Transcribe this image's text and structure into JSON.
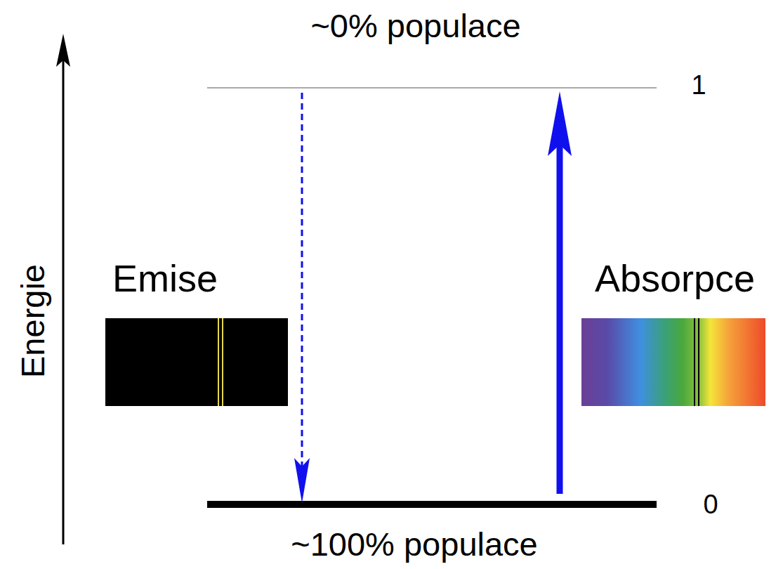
{
  "diagram": {
    "labels": [
      "~0% populace",
      "1",
      "Energie",
      "Emise",
      "Absorpce",
      "0",
      "~100% populace"
    ]
  }
}
